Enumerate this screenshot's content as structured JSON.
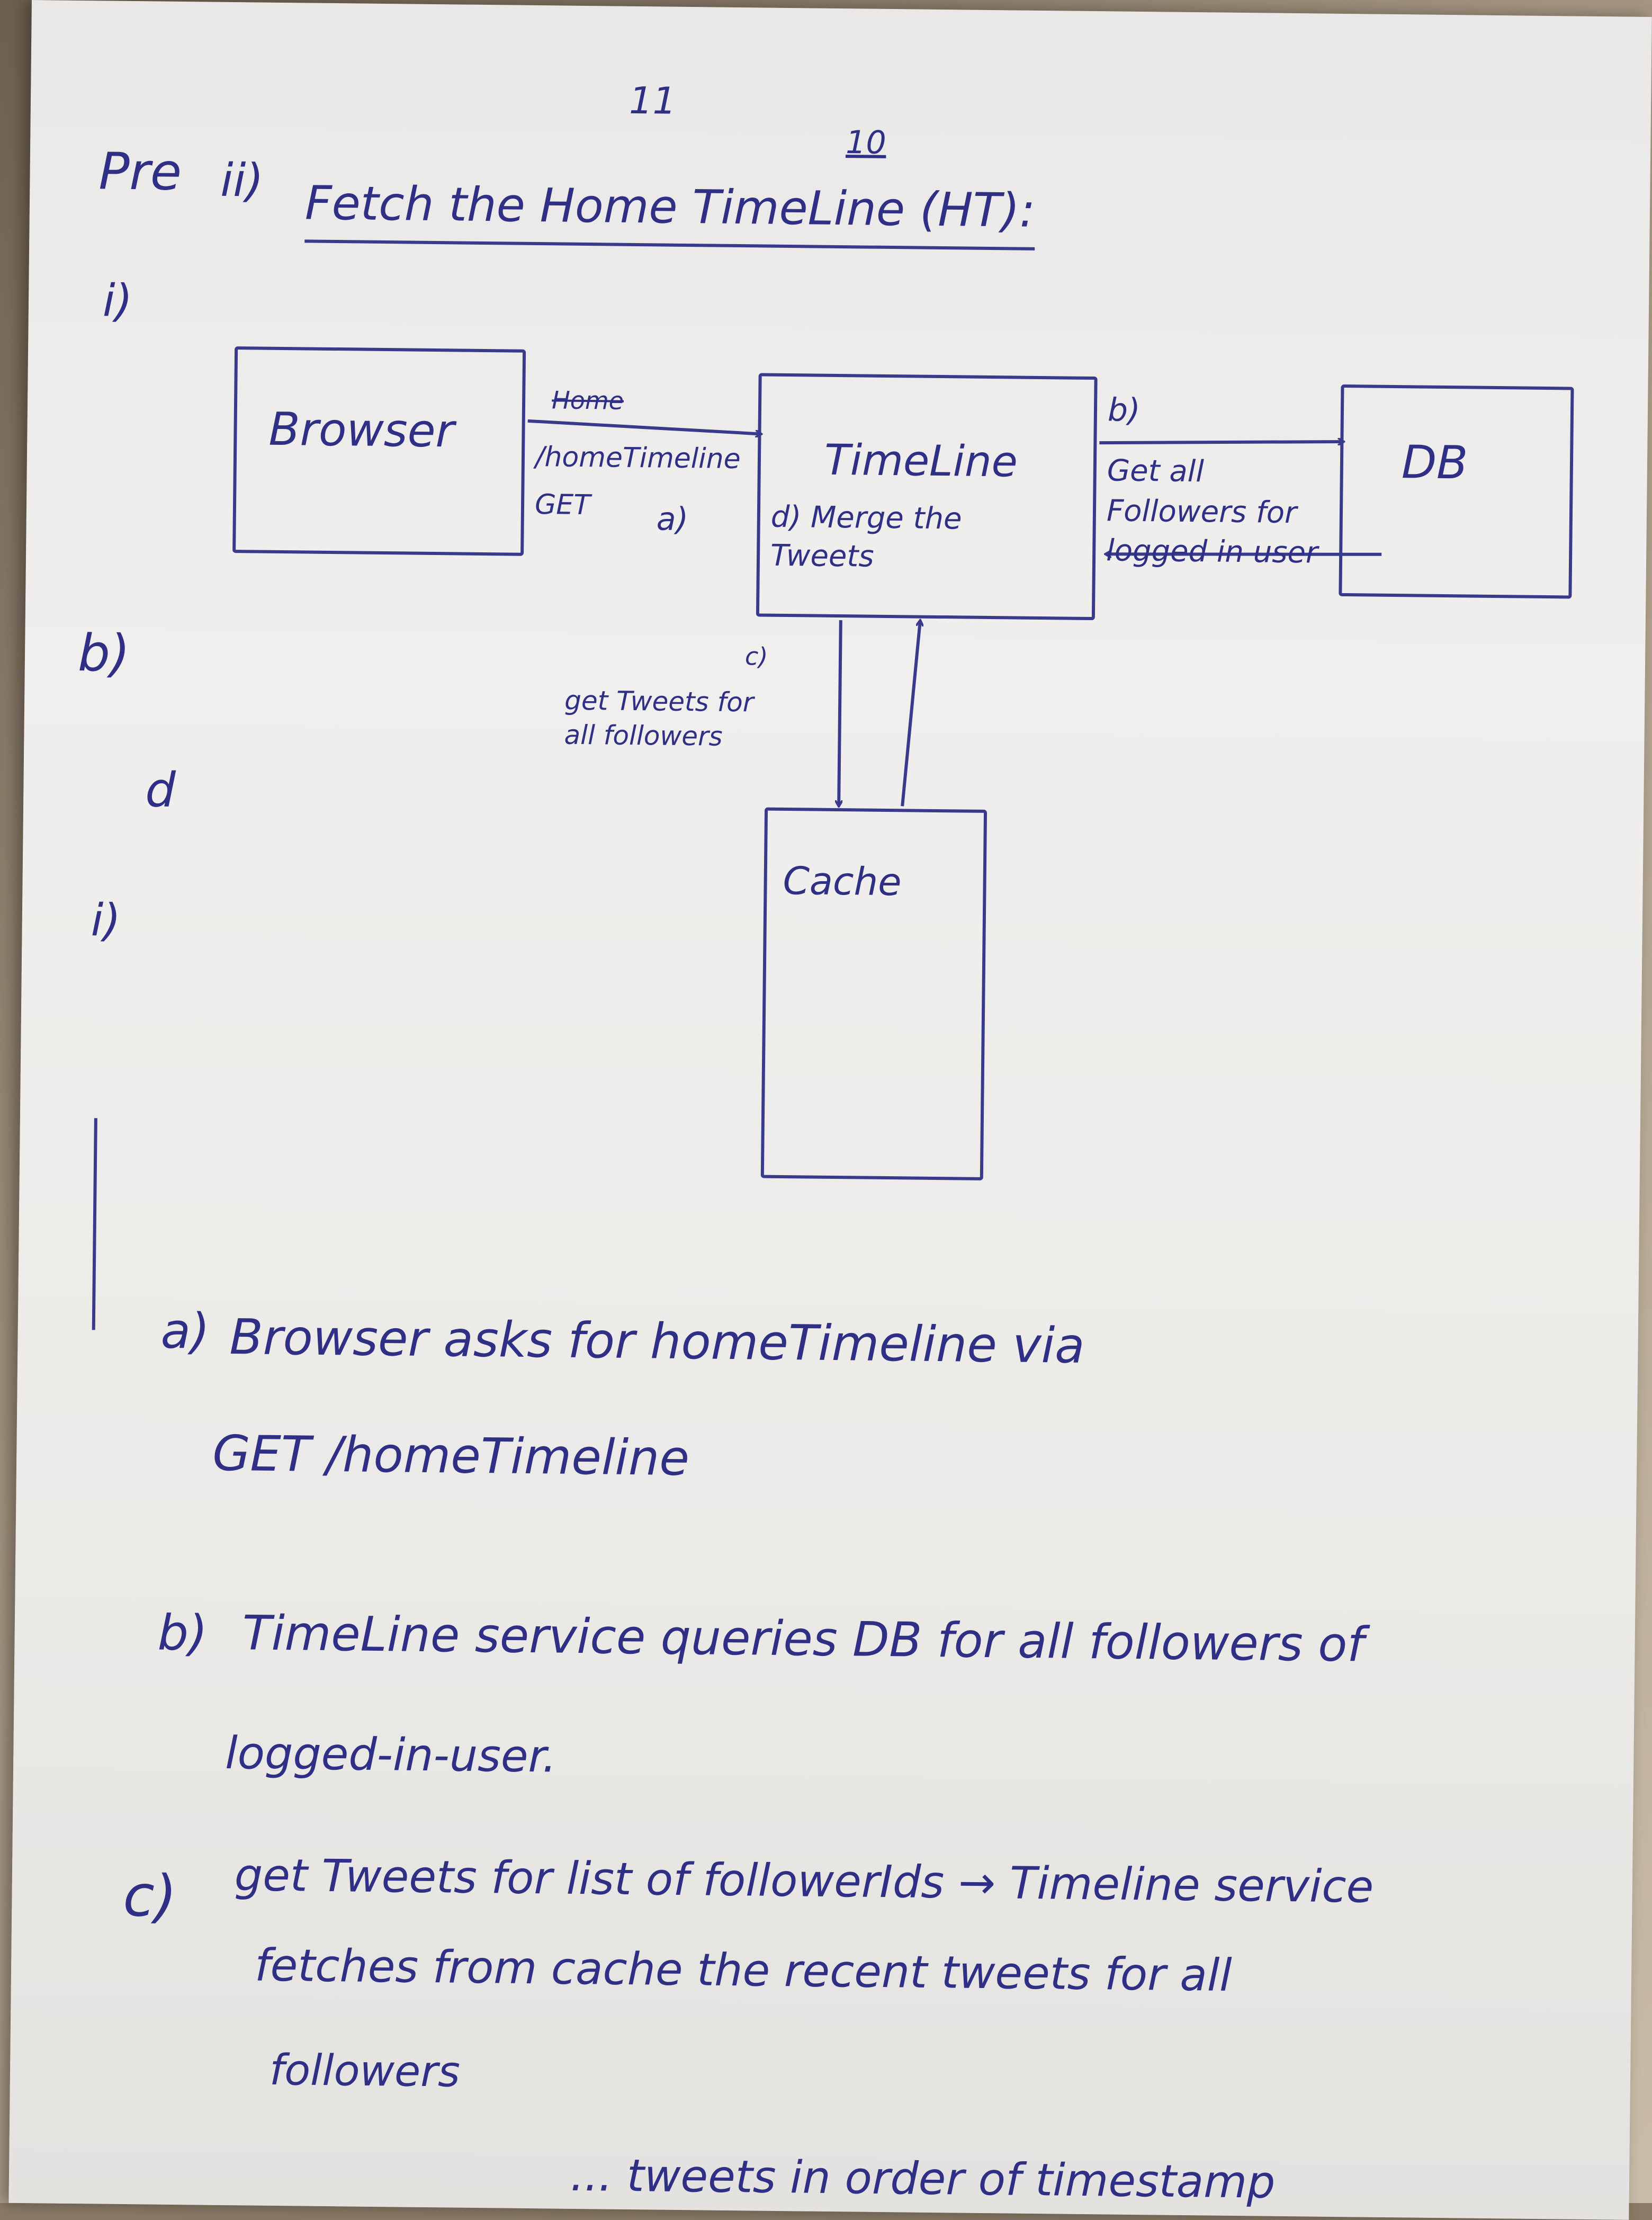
{
  "header": {
    "page_number": "11",
    "note": "10",
    "prefix": "Pre",
    "item_number": "ii)",
    "title": "Fetch the Home TimeLine (HT):"
  },
  "margin_marks": [
    "i)",
    "b)",
    "d",
    "i)"
  ],
  "diagram": {
    "boxes": {
      "browser": "Browser",
      "timeline": "TimeLine",
      "db": "DB",
      "cache": "Cache"
    },
    "timeline_note": "d) Merge the Tweets",
    "arrow_labels": {
      "browser_to_timeline_top": "Home",
      "browser_to_timeline": "/homeTimeline",
      "browser_to_timeline_method": "GET",
      "browser_to_timeline_step": "a)",
      "timeline_to_db_step": "b)",
      "timeline_to_db": "Get all Followers for logged in user",
      "cache_step": "c)",
      "timeline_to_cache": "get Tweets for all followers"
    }
  },
  "steps": [
    {
      "marker": "a)",
      "lines": [
        "Browser asks for homeTimeline via",
        "GET  /homeTimeline"
      ]
    },
    {
      "marker": "b)",
      "lines": [
        "TimeLine service  queries DB for all followers of",
        "logged-in-user."
      ]
    },
    {
      "marker": "c)",
      "lines": [
        "get Tweets for list of followerIds → Timeline service",
        "fetches from cache the recent tweets for all",
        "followers"
      ]
    },
    {
      "marker": "",
      "lines": [
        "... tweets in order of timestamp"
      ]
    }
  ]
}
